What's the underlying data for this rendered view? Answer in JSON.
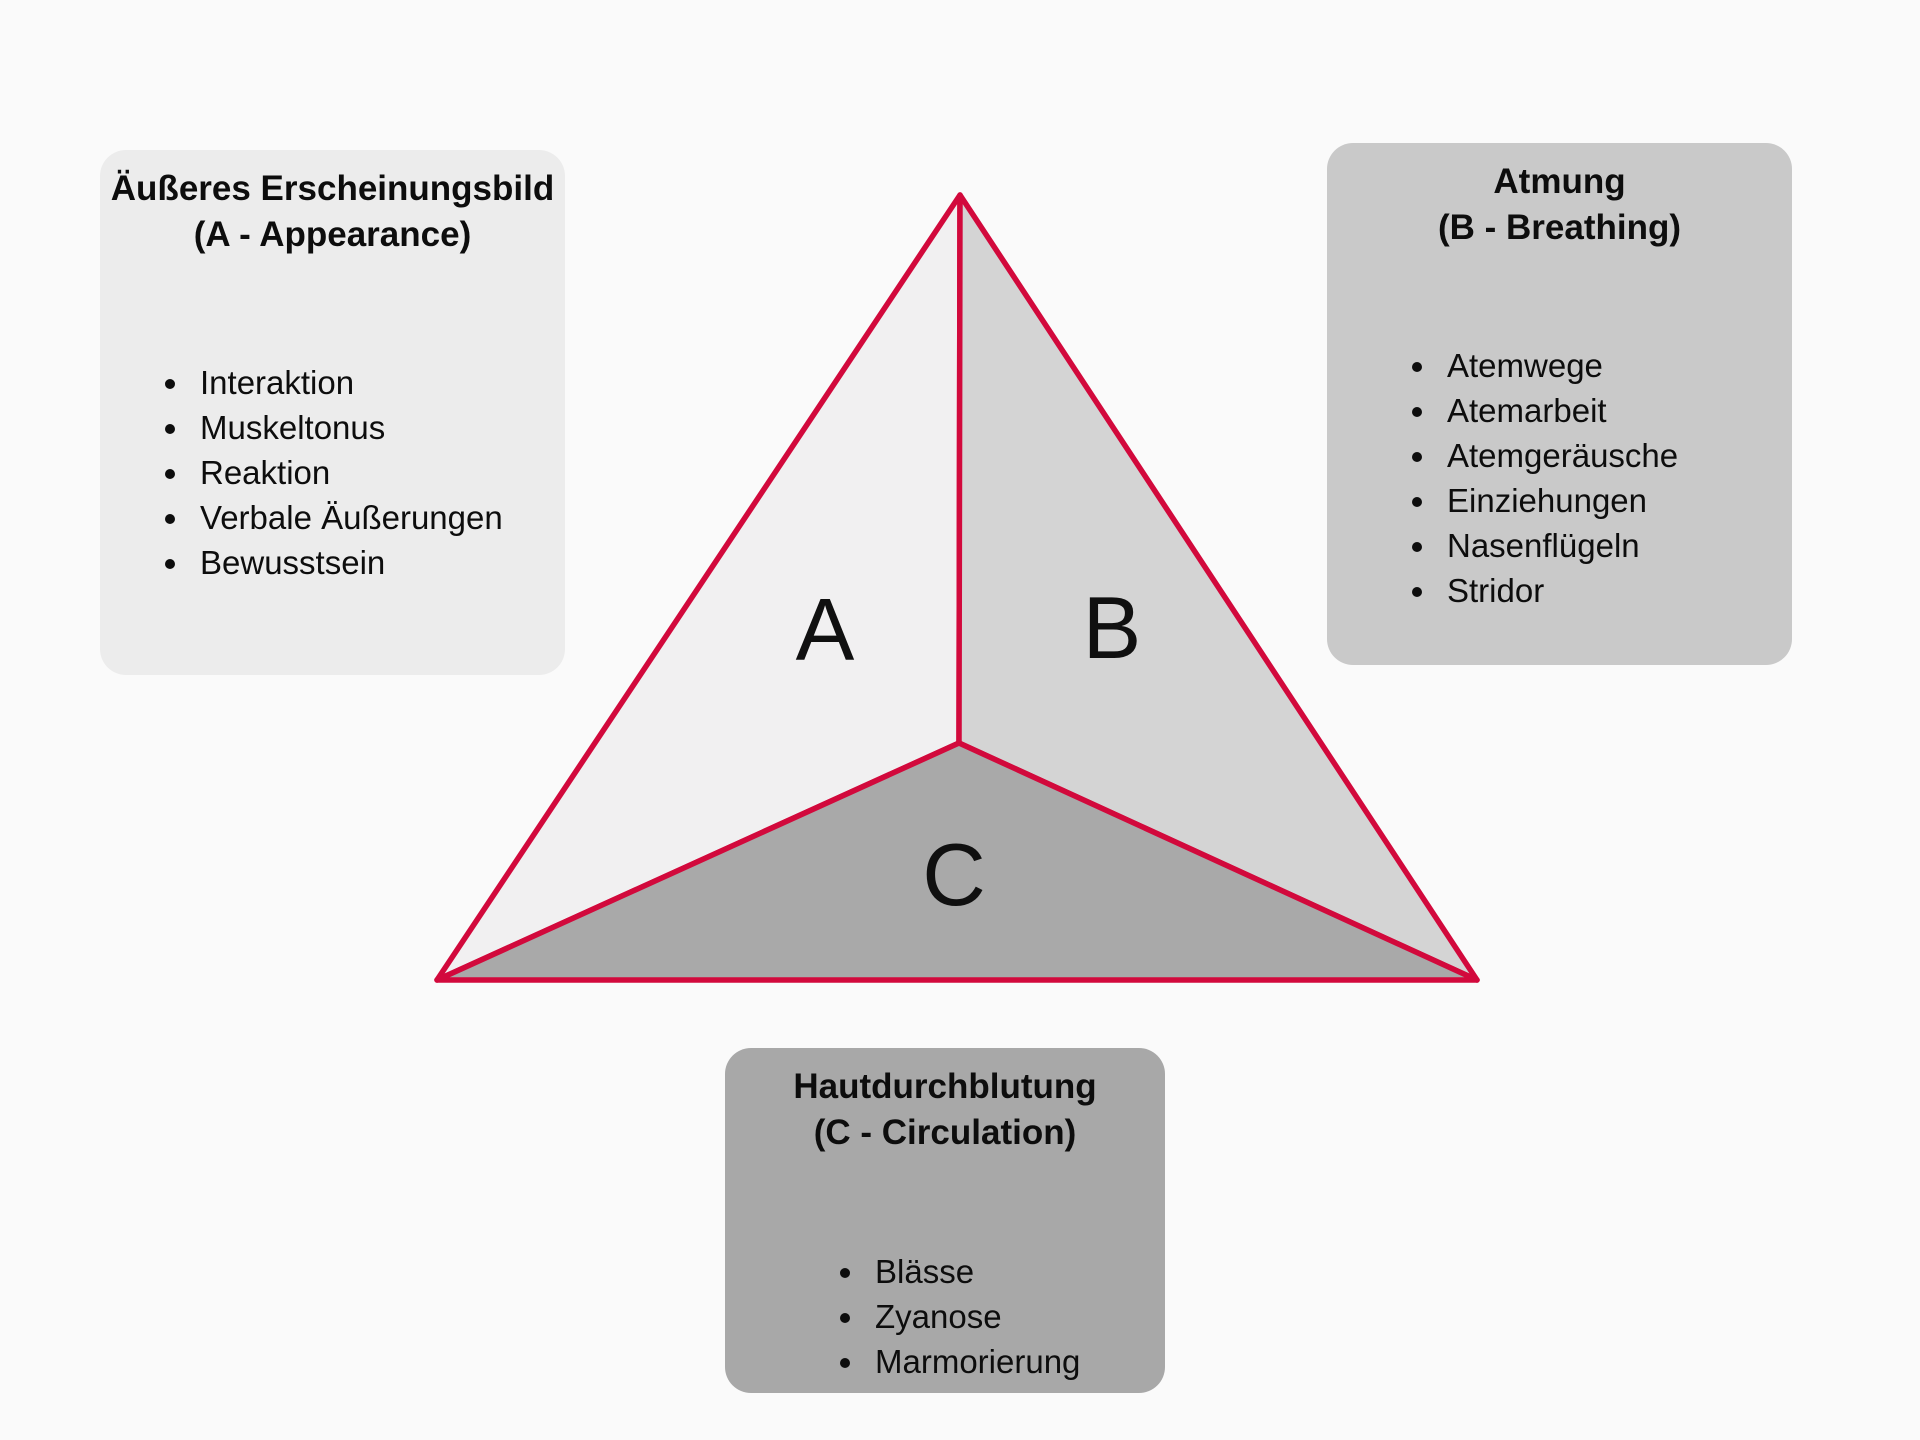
{
  "page": {
    "background_color": "#fafafa",
    "accent_color": "#d2093c"
  },
  "triangle": {
    "outline_color": "#d2093c",
    "sections": [
      {
        "label": "A",
        "fill": "#f1f0f1"
      },
      {
        "label": "B",
        "fill": "#d4d4d4"
      },
      {
        "label": "C",
        "fill": "#a9a9a9"
      }
    ]
  },
  "boxes": {
    "appearance": {
      "title": "Äußeres Erscheinungsbild",
      "subtitle": "(A - Appearance)",
      "background": "#ececec",
      "items": [
        "Interaktion",
        "Muskeltonus",
        "Reaktion",
        "Verbale Äußerungen",
        "Bewusstsein"
      ]
    },
    "breathing": {
      "title": "Atmung",
      "subtitle": "(B - Breathing)",
      "background": "#c9c9c9",
      "items": [
        "Atemwege",
        "Atemarbeit",
        "Atemgeräusche",
        "Einziehungen",
        "Nasenflügeln",
        "Stridor"
      ]
    },
    "circulation": {
      "title": "Hautdurchblutung",
      "subtitle": "(C - Circulation)",
      "background": "#a8a8a8",
      "items": [
        "Blässe",
        "Zyanose",
        "Marmorierung"
      ]
    }
  }
}
